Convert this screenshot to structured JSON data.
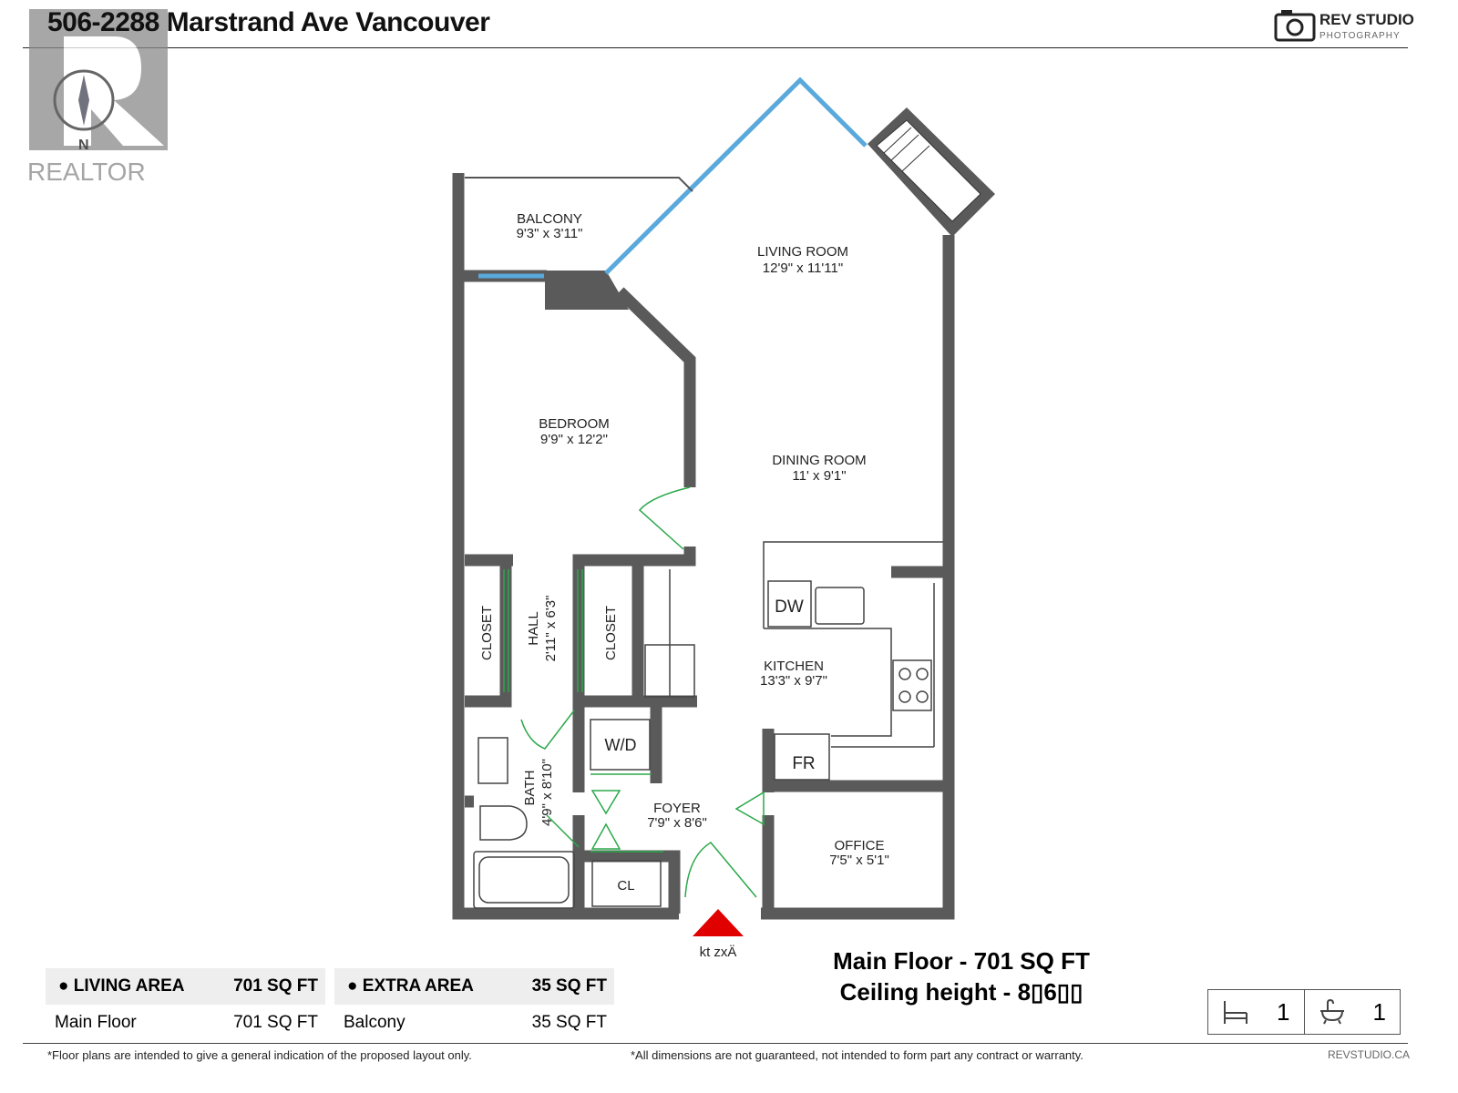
{
  "header": {
    "title": "506-2288 Marstrand Ave Vancouver"
  },
  "logo": {
    "realtor": "REALTOR",
    "compass": "N",
    "brand_name": "REV STUDIO",
    "brand_sub": "PHOTOGRAPHY"
  },
  "rooms": [
    {
      "name": "BALCONY",
      "dims": "9'3\" x 3'11\""
    },
    {
      "name": "LIVING ROOM",
      "dims": "12'9\" x 11'11\""
    },
    {
      "name": "BEDROOM",
      "dims": "9'9\" x 12'2\""
    },
    {
      "name": "DINING ROOM",
      "dims": "11' x 9'1\""
    },
    {
      "name": "KITCHEN",
      "dims": "13'3\" x 9'7\""
    },
    {
      "name": "HALL",
      "dims": "2'11\" x 6'3\""
    },
    {
      "name": "BATH",
      "dims": "4'9\" x 8'10\""
    },
    {
      "name": "FOYER",
      "dims": "7'9\" x 8'6\""
    },
    {
      "name": "OFFICE",
      "dims": "7'5\" x 5'1\""
    }
  ],
  "labels": {
    "closet": "CLOSET",
    "dw": "DW",
    "wd": "W/D",
    "fr": "FR",
    "cl": "CL",
    "entry": "kt zxÄ"
  },
  "areas": {
    "living": {
      "header": "LIVING AREA",
      "total": "701 SQ FT",
      "row_label": "Main Floor",
      "row_value": "701 SQ FT"
    },
    "extra": {
      "header": "EXTRA AREA",
      "total": "35 SQ FT",
      "row_label": "Balcony",
      "row_value": "35 SQ FT"
    }
  },
  "summary": {
    "line1": "Main Floor - 701 SQ FT",
    "line2": "Ceiling height - 8▯6▯▯"
  },
  "counts": {
    "bedrooms": "1",
    "bathrooms": "1",
    "bed_icon": "bed-icon",
    "bath_icon": "bathtub-icon"
  },
  "footer": {
    "left": "*Floor plans are intended to give a general indication of the proposed layout only.",
    "middle": "*All dimensions are not guaranteed, not intended to form part any contract or warranty.",
    "right": "REVSTUDIO.CA"
  },
  "colors": {
    "wall": "#5a5a5a",
    "window": "#5aa9dc",
    "door": "#2aa84a",
    "entry_marker": "#e00000"
  }
}
